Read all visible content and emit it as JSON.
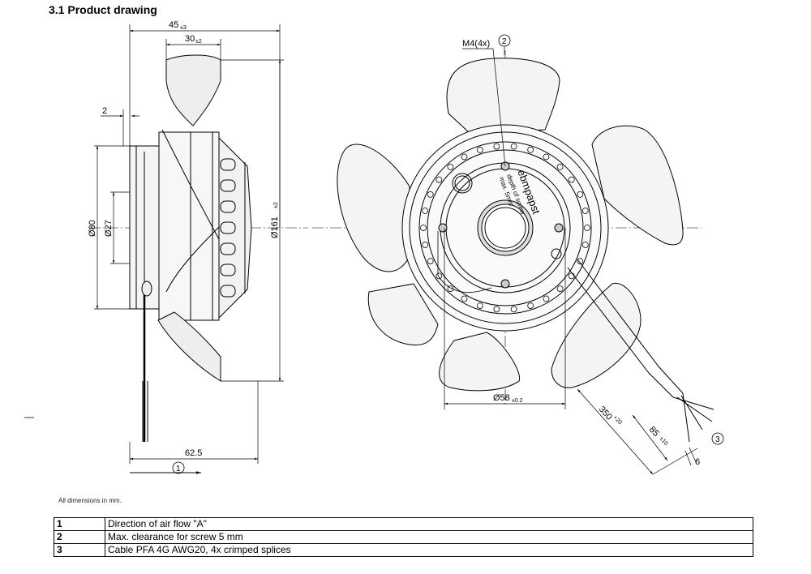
{
  "title": "3.1 Product drawing",
  "dims": {
    "d45": "45",
    "d45_tol": "±3",
    "d30": "30",
    "d30_tol": "±2",
    "d2": "2",
    "d80": "Ø80",
    "d27": "Ø27",
    "d161": "Ø161",
    "d161_tol": "±2",
    "d62": "62.5",
    "m4": "M4(4x)",
    "d58": "Ø58",
    "d58_tol": "±0.2",
    "d350": "350",
    "d350_tol": "+20",
    "d85": "85",
    "d85_tol": "±10",
    "d6": "6"
  },
  "markers": {
    "one": "1",
    "two": "2",
    "three": "3"
  },
  "label_text": {
    "brand": "ebmpapst",
    "depth": "depth of screw",
    "max": "max. 5mm"
  },
  "note": "All dimensions in mm.",
  "legend": [
    {
      "num": "1",
      "text": "Direction of air flow \"A\""
    },
    {
      "num": "2",
      "text": "Max. clearance for screw 5 mm"
    },
    {
      "num": "3",
      "text": "Cable PFA 4G AWG20, 4x crimped splices"
    }
  ],
  "colors": {
    "line": "#000000",
    "fill": "#f5f5f5"
  }
}
